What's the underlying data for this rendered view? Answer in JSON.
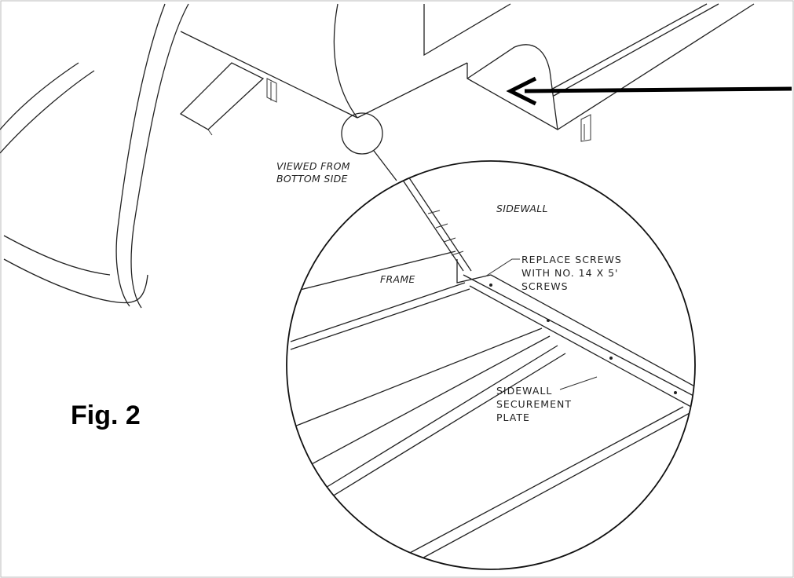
{
  "figure": {
    "label": "Fig. 2",
    "viewed_note": [
      "VIEWED FROM",
      "BOTTOM SIDE"
    ],
    "sidewall_label": "SIDEWALL",
    "frame_label": "FRAME",
    "replace_note": [
      "REPLACE SCREWS",
      "WITH NO. 14 X 5'",
      "SCREWS"
    ],
    "plate_note": [
      "SIDEWALL",
      "SECUREMENT",
      "PLATE"
    ]
  }
}
